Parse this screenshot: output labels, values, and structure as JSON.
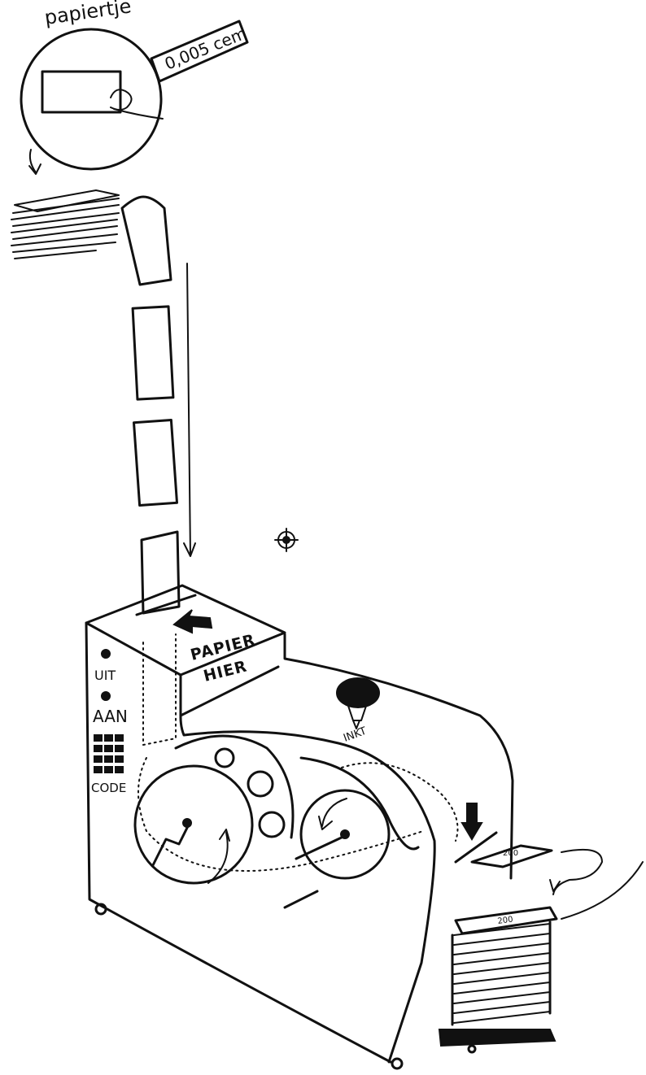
{
  "labels": {
    "paper_label": "papiertje",
    "thickness": "0,005 cem",
    "paper_here_line1": "PAPIER",
    "paper_here_line2": "HIER",
    "ink": "INKT",
    "off": "UIT",
    "on": "AAN",
    "code": "CODE",
    "banknote_value": "200"
  },
  "icons": [
    "magnifier-circle",
    "arrow-down",
    "arrow-up",
    "rotate-arrow",
    "crank-handle",
    "ink-funnel",
    "registration-mark"
  ],
  "colors": {
    "ink": "#111111",
    "paper": "#ffffff"
  }
}
